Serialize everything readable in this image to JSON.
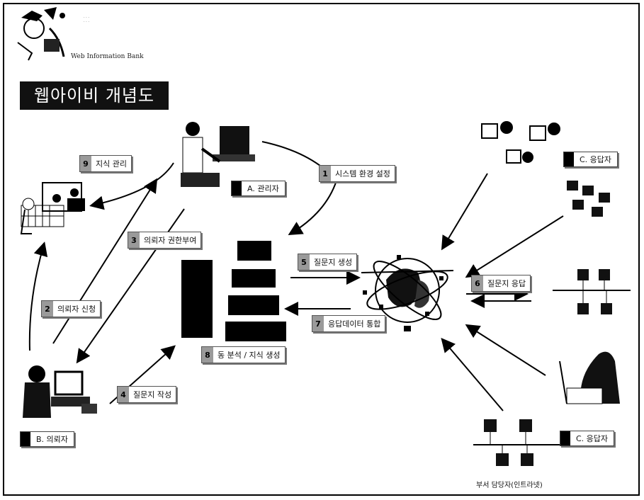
{
  "header": {
    "bank_text": "Web Information Bank",
    "title": "웹아이비 개념도"
  },
  "steps": [
    {
      "num": "1",
      "label": "시스템 환경 설정"
    },
    {
      "num": "2",
      "label": "의뢰자 신청"
    },
    {
      "num": "3",
      "label": "의뢰자 권한부여"
    },
    {
      "num": "4",
      "label": "질문지 작성"
    },
    {
      "num": "5",
      "label": "질문지 생성"
    },
    {
      "num": "6",
      "label": "질문지 응답"
    },
    {
      "num": "7",
      "label": "응답데이터 통합"
    },
    {
      "num": "8",
      "label": "동 분석 / 지식 생성"
    },
    {
      "num": "9",
      "label": "지식 관리"
    }
  ],
  "roles": {
    "admin": "A. 관리자",
    "requester": "B. 의뢰자",
    "respondent_top": "C. 응답자",
    "respondent_bottom": "C. 응답자"
  },
  "captions": {
    "intranet": "부서 담당자(인트라넷)"
  }
}
